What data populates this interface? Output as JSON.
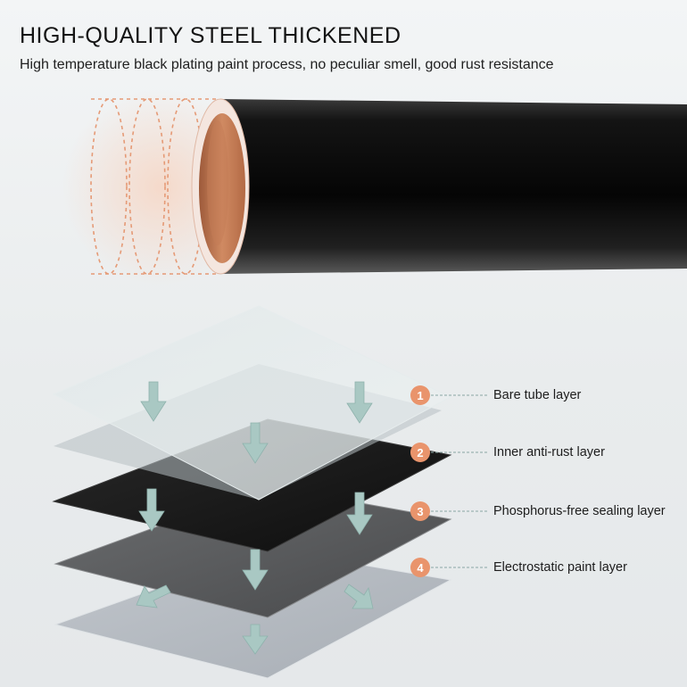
{
  "header": {
    "title": "HIGH-QUALITY STEEL THICKENED",
    "subtitle": "High temperature black plating paint process, no peculiar smell, good rust resistance"
  },
  "layers": [
    {
      "number": "1",
      "label": "Bare tube layer"
    },
    {
      "number": "2",
      "label": "Inner anti-rust layer"
    },
    {
      "number": "3",
      "label": "Phosphorus-free sealing layer"
    },
    {
      "number": "4",
      "label": "Electrostatic paint layer"
    }
  ],
  "colors": {
    "accent": "#e9946c",
    "tube": "#1c1c1c",
    "arrow": "#a9c8c3"
  }
}
